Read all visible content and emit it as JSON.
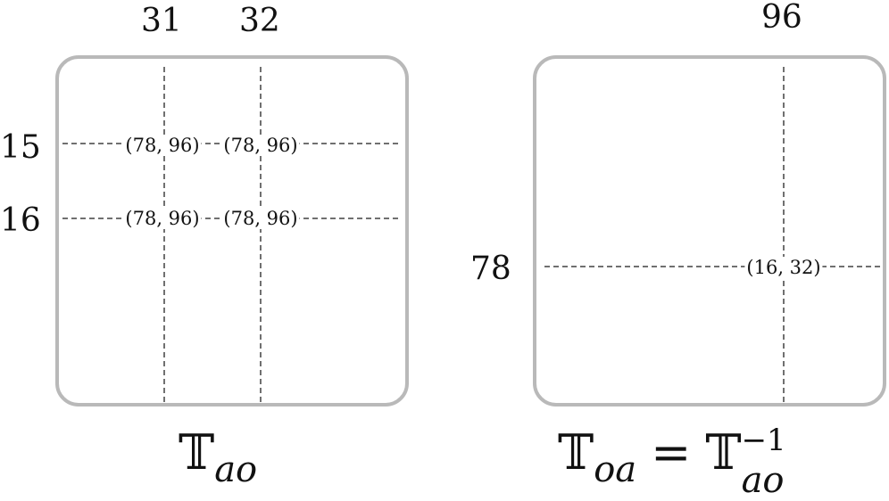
{
  "left_panel": {
    "column_labels": [
      "31",
      "32"
    ],
    "row_labels": [
      "15",
      "16"
    ],
    "cells": [
      [
        "(78, 96)",
        "(78, 96)"
      ],
      [
        "(78, 96)",
        "(78, 96)"
      ]
    ],
    "caption": {
      "symbol": "𝕋",
      "subscript": "ao"
    }
  },
  "right_panel": {
    "column_labels": [
      "96"
    ],
    "row_labels": [
      "78"
    ],
    "cells": [
      [
        "(16, 32)"
      ]
    ],
    "caption": {
      "symbol": "𝕋",
      "subscript": "oa",
      "equals": "=",
      "rhs_symbol": "𝕋",
      "rhs_superscript": "−1",
      "rhs_subscript": "ao"
    }
  },
  "colors": {
    "panel_border": "#b9b9b9",
    "dashed_line": "#707070",
    "text": "#111111"
  }
}
